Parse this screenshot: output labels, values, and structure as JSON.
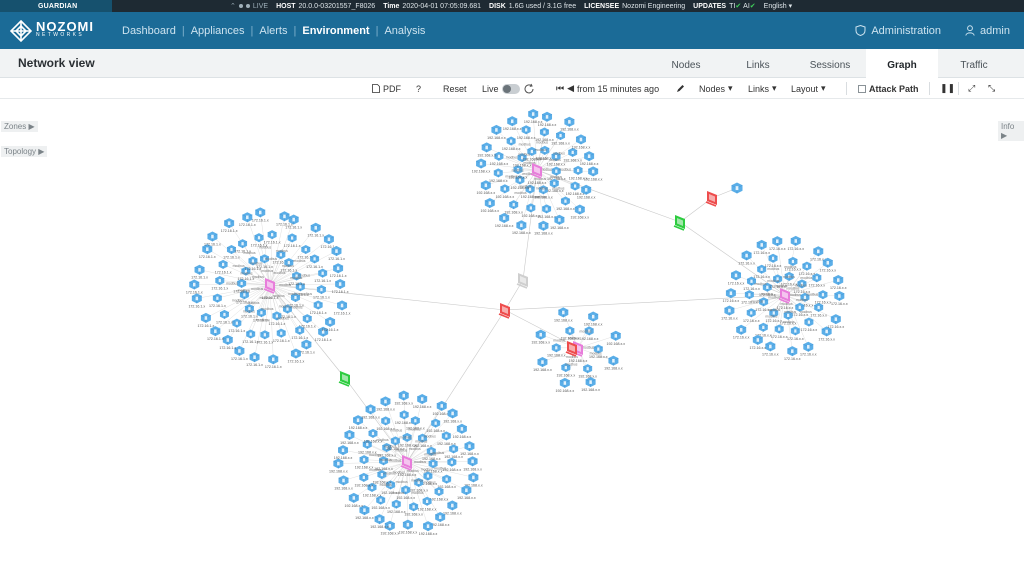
{
  "statusbar": {
    "product": "GUARDIAN",
    "live": "LIVE",
    "host_label": "HOST",
    "host_value": "20.0.0-03201557_F8026",
    "time_label": "Time",
    "time_value": "2020-04-01 07:05:09.681",
    "disk_label": "DISK",
    "disk_value": "1.6G used / 3.1G free",
    "licensee_label": "LICENSEE",
    "licensee_value": "Nozomi Engineering",
    "updates_label": "UPDATES",
    "updates_ti": "TI",
    "updates_ai": "AI",
    "language": "English"
  },
  "nav": {
    "logo_line1": "NOZOMI",
    "logo_line2": "NETWORKS",
    "links": [
      "Dashboard",
      "Appliances",
      "Alerts",
      "Environment",
      "Analysis"
    ],
    "administration": "Administration",
    "user": "admin"
  },
  "page": {
    "title": "Network view",
    "tabs": [
      "Nodes",
      "Links",
      "Sessions",
      "Graph",
      "Traffic"
    ]
  },
  "toolbar": {
    "pdf": "PDF",
    "help": "?",
    "reset": "Reset",
    "live": "Live",
    "time_range": "from 15 minutes ago",
    "nodes": "Nodes",
    "links": "Links",
    "layout": "Layout",
    "attack_path": "Attack Path"
  },
  "side": {
    "zones": "Zones",
    "topology": "Topology",
    "info": "Info"
  },
  "graph": {
    "colors": {
      "node": "#5aaee8",
      "node_dark": "#3d8fcf",
      "hub": "#e87ddb",
      "router": "#ee4d4d",
      "switch_ok": "#2ecc40",
      "core": "#cfcfcf",
      "edge": "#c9c9c9"
    },
    "clusters": [
      {
        "name": "cluster-top",
        "hub_label": "172.16.1.x"
      },
      {
        "name": "cluster-left",
        "hub_label": "192.168.x.x"
      },
      {
        "name": "cluster-right",
        "hub_label": "172.16.x.x"
      },
      {
        "name": "cluster-bottom",
        "hub_label": "192.168.x.x"
      },
      {
        "name": "cluster-center",
        "hub_label": "192.168.x.x"
      }
    ],
    "edge_label": "modbus"
  }
}
